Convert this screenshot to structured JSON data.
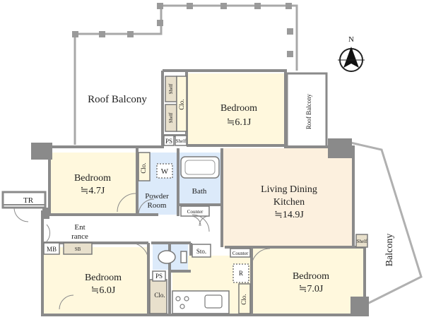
{
  "compass": {
    "north_label": "N"
  },
  "rooms": {
    "roof_balcony_main": "Roof Balcony",
    "roof_balcony_small": "Roof Balcony",
    "balcony": "Balcony",
    "bedroom_top": {
      "name": "Bedroom",
      "size": "≒6.1J"
    },
    "bedroom_left": {
      "name": "Bedroom",
      "size": "≒4.7J"
    },
    "bedroom_bottom_left": {
      "name": "Bedroom",
      "size": "≒6.0J"
    },
    "bedroom_right": {
      "name": "Bedroom",
      "size": "≒7.0J"
    },
    "ldk": {
      "line1": "Living Dining",
      "line2": "Kitchen",
      "size": "≒14.9J"
    },
    "bath": "Bath",
    "powder_room": {
      "line1": "Powder",
      "line2": "Room"
    },
    "entrance": {
      "line1": "Ent",
      "line2": "rance"
    },
    "tr": "TR",
    "mb": "MB",
    "sb": "SB",
    "sto": "Sto.",
    "counter_1": "Counter",
    "counter_2": "Counter",
    "clo_top": "Clo.",
    "clo_left": "Clo.",
    "clo_bottom": "Clo.",
    "clo_right": "Clo.",
    "shelf_1": "Shelf",
    "shelf_2": "Shelf",
    "shelf_3": "Shelf",
    "shelf_4": "Shelf",
    "ps_top": "PS",
    "ps_bottom": "PS",
    "w": "W",
    "r": "R"
  },
  "colors": {
    "wall": "#8a8a8a",
    "floor_room": "#fff8dd",
    "floor_ldk": "#fcf0de",
    "floor_wet": "#dceafa",
    "balcony_rail": "#b0b0b0"
  }
}
